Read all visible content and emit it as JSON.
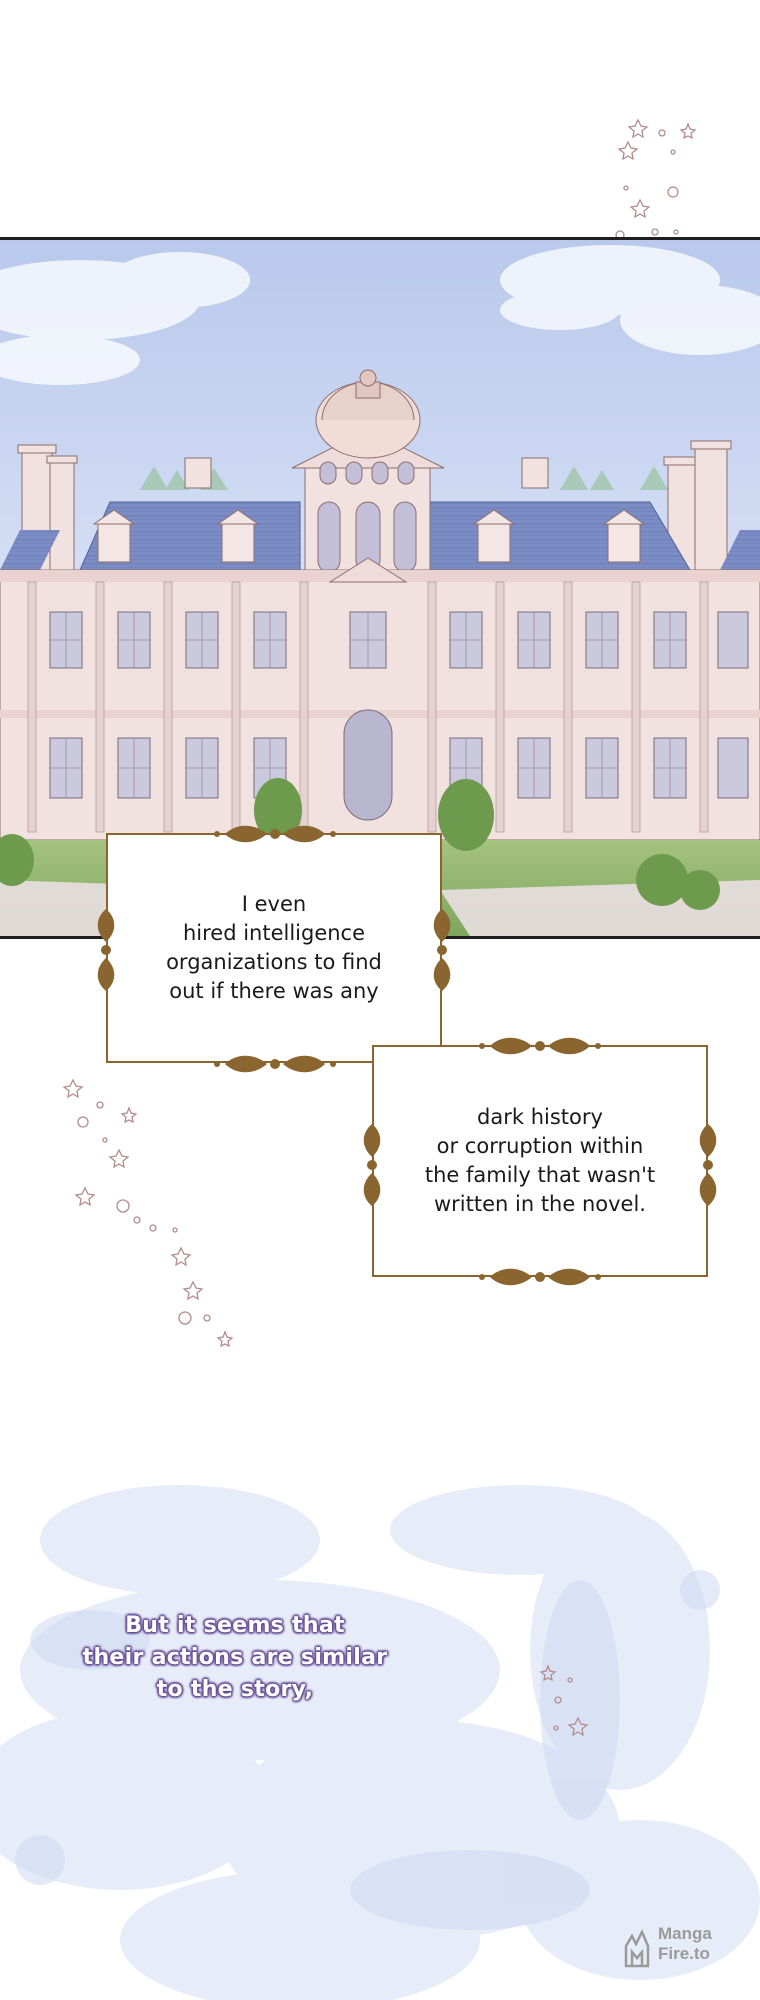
{
  "page": {
    "background": "#ffffff"
  },
  "panel": {
    "subject": "palace-illustration",
    "colors": {
      "sky": "#c9d6f0",
      "roof": "#7a8cc4",
      "walls": "#f1e2e0",
      "lawn": "#9fc07a",
      "frame": "#1d1d1d"
    }
  },
  "caption_boxes": [
    {
      "lines": [
        "I even",
        "hired intelligence",
        "organizations to find",
        "out if there was any"
      ]
    },
    {
      "lines": [
        "dark history",
        "or corruption within",
        "the family that wasn't",
        "written in the novel."
      ]
    }
  ],
  "ornament_color": "#8a6530",
  "narration": {
    "lines": [
      "But it seems that",
      "their actions are similar",
      "to the story,"
    ],
    "color": "#6b4f9a"
  },
  "watermark": {
    "line1": "Manga",
    "line2": "Fire.to",
    "icon": "mangafire-logo-icon"
  }
}
